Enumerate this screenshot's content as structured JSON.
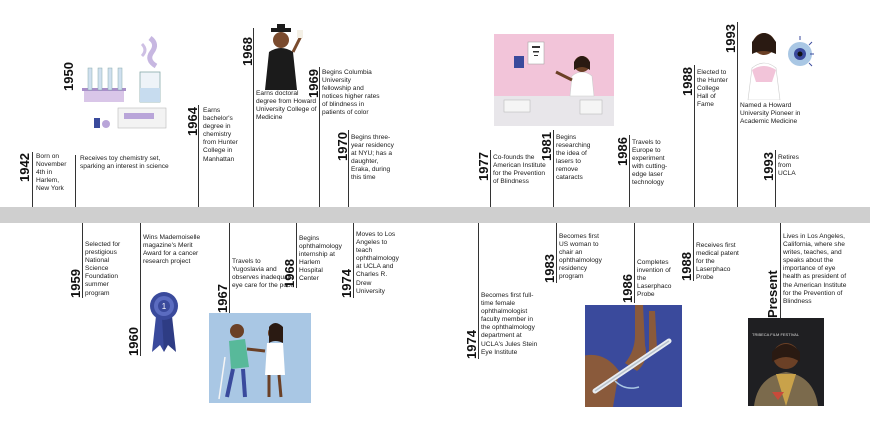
{
  "events": [
    {
      "year": "1942",
      "text": "Born on November 4th in Harlem, New York"
    },
    {
      "year": "1950",
      "text": "Receives toy chemistry set, sparking an interest in science"
    },
    {
      "year": "1964",
      "text": "Earns bachelor's degree in chemistry from Hunter College in Manhattan"
    },
    {
      "year": "1968",
      "text": "Earns doctoral degree from Howard University College of Medicine"
    },
    {
      "year": "1969",
      "text": "Begins Columbia University fellowship and notices higher rates of blindness in patients of color"
    },
    {
      "year": "1970",
      "text": "Begins three-year residency at NYU; has a daughter, Eraka, during this time"
    },
    {
      "year": "1977",
      "text": "Co-founds the American Institute for the Prevention of Blindness"
    },
    {
      "year": "1981",
      "text": "Begins researching the idea of lasers to remove cataracts"
    },
    {
      "year": "1986",
      "text": "Travels to Europe to experiment with cutting-edge laser technology"
    },
    {
      "year": "1988",
      "text": "Elected to the Hunter College Hall of Fame"
    },
    {
      "year": "1993",
      "text": "Named a Howard University Pioneer in Academic Medicine"
    },
    {
      "year": "1993",
      "text": "Retires from UCLA"
    },
    {
      "year": "1959",
      "text": "Selected for prestigious National Science Foundation summer program"
    },
    {
      "year": "1960",
      "text": "Wins Mademoiselle magazine's Merit Award for a cancer research project"
    },
    {
      "year": "1967",
      "text": "Travels to Yugoslavia and observes inadequate eye care for the poor"
    },
    {
      "year": "1968",
      "text": "Begins ophthalmology internship at Harlem Hospital Center"
    },
    {
      "year": "1974",
      "text": "Moves to Los Angeles to teach ophthalmology at UCLA and Charles R. Drew University"
    },
    {
      "year": "1974",
      "text": "Becomes first full-time female ophthalmologist faculty member in the ophthalmology department at UCLA's Jules Stein Eye Institute"
    },
    {
      "year": "1983",
      "text": "Becomes first US woman to chair an ophthalmology residency program"
    },
    {
      "year": "1986",
      "text": "Completes invention of the Laserphaco Probe"
    },
    {
      "year": "1988",
      "text": "Receives first medical patent for the Laserphaco Probe"
    },
    {
      "year": "Present",
      "text": "Lives in Los Angeles, California, where she writes, teaches, and speaks about the importance of eye health as president of the American Institute for the Prevention of Blindness"
    }
  ],
  "images": {
    "ribbon_text": "1",
    "tribeca_text": "TRIBECA FILM FESTIVAL"
  },
  "colors": {
    "band": "#cfcfcf",
    "pink": "#f2c4d9",
    "navy": "#3a4a9c",
    "blue_light": "#a9c7e4",
    "purple": "#b9a5d9"
  }
}
